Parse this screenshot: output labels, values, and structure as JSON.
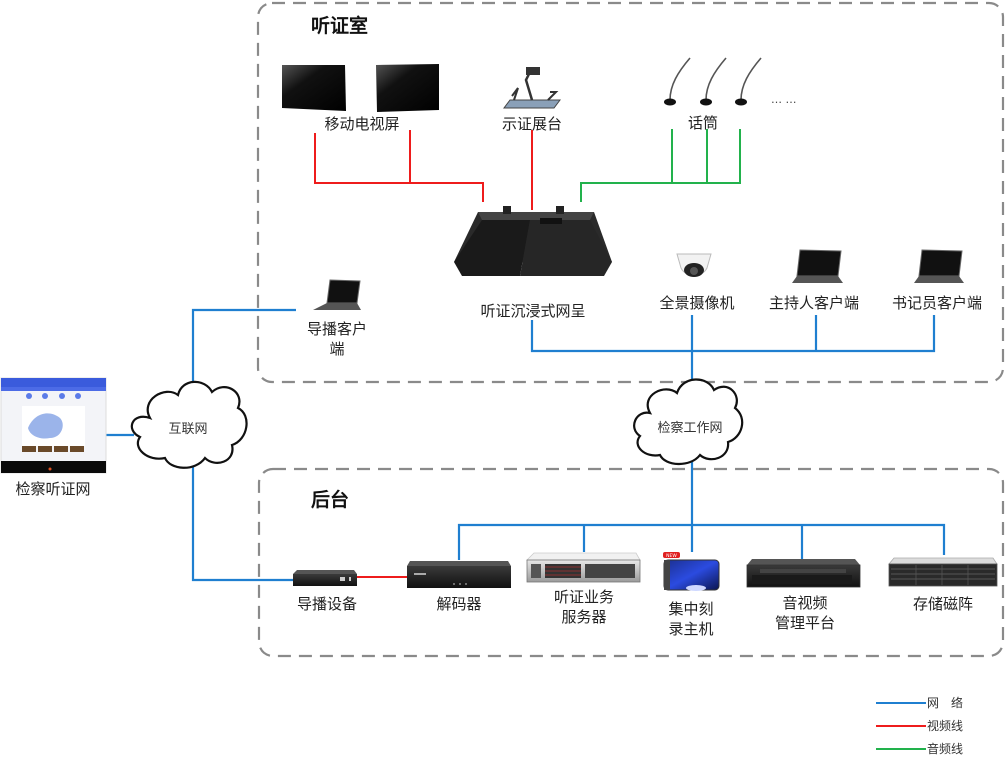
{
  "colors": {
    "network": "#1f7fd0",
    "video": "#ee1c1c",
    "audio": "#22b24c",
    "zone_border": "#888888"
  },
  "zones": {
    "hearing_room": {
      "title": "听证室"
    },
    "backstage": {
      "title": "后台"
    }
  },
  "devices": {
    "tv_screens": {
      "label": "移动电视屏",
      "icon": "tv-monitor-icon"
    },
    "document_camera": {
      "label": "示证展台",
      "icon": "document-camera-icon"
    },
    "microphones": {
      "label": "话筒",
      "icon": "microphone-icon",
      "more": "… …"
    },
    "immersive_terminal": {
      "label": "听证沉浸式网呈",
      "icon": "immersive-terminal-icon"
    },
    "panoramic_camera": {
      "label": "全景摄像机",
      "icon": "dome-camera-icon"
    },
    "host_client": {
      "label": "主持人客户端",
      "icon": "laptop-icon"
    },
    "clerk_client": {
      "label": "书记员客户端",
      "icon": "laptop-icon"
    },
    "director_client": {
      "label_line1": "导播客户",
      "label_line2": "端",
      "icon": "laptop-icon"
    },
    "website": {
      "label": "检察听证网",
      "icon": "website-screenshot-icon"
    },
    "director_device": {
      "label": "导播设备",
      "icon": "streaming-box-icon"
    },
    "decoder": {
      "label": "解码器",
      "icon": "decoder-icon"
    },
    "business_server": {
      "label_line1": "听证业务",
      "label_line2": "服务器",
      "icon": "rack-server-icon"
    },
    "disc_burner": {
      "label_line1": "集中刻",
      "label_line2": "录主机",
      "icon": "disc-burner-icon",
      "badge": "NEW"
    },
    "av_platform": {
      "label_line1": "音视频",
      "label_line2": "管理平台",
      "icon": "av-platform-icon"
    },
    "storage_array": {
      "label": "存储磁阵",
      "icon": "storage-array-icon"
    }
  },
  "clouds": {
    "internet": {
      "label": "互联网"
    },
    "procuratorate_network": {
      "label": "检察工作网"
    }
  },
  "legend": [
    {
      "label": "网　络",
      "type": "network"
    },
    {
      "label": "视频线",
      "type": "video"
    },
    {
      "label": "音频线",
      "type": "audio"
    }
  ]
}
